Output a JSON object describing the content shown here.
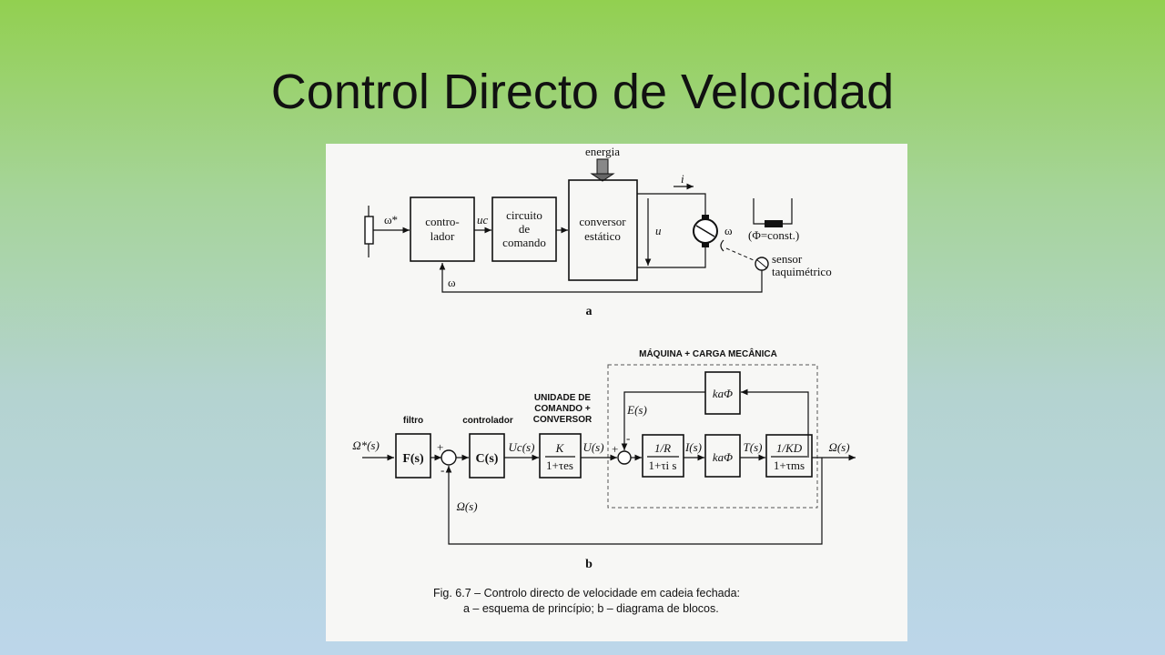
{
  "slide": {
    "title": "Control Directo de Velocidad"
  },
  "diagram_a": {
    "energy": "energia",
    "reference": "ω*",
    "controller": [
      "contro-",
      "lador"
    ],
    "uc": "uc",
    "command_circuit": [
      "circuito",
      "de",
      "comando"
    ],
    "converter": [
      "conversor",
      "estático"
    ],
    "current": "i",
    "voltage": "u",
    "omega": "ω",
    "flux": "(Φ=const.)",
    "sensor": [
      "sensor",
      "taquimétrico"
    ],
    "feedback": "ω",
    "tag": "a"
  },
  "diagram_b": {
    "input": "Ω*(s)",
    "filter_title": "filtro",
    "filter": "F(s)",
    "controller_title": "controlador",
    "controller": "C(s)",
    "uc": "Uc(s)",
    "unit_title": [
      "UNIDADE DE",
      "COMANDO +",
      "CONVERSOR"
    ],
    "unit_num": "K",
    "unit_den": "1+τes",
    "u": "U(s)",
    "machine_title": "MÁQUINA + CARGA MECÂNICA",
    "emf": "E(s)",
    "elec_num": "1/R",
    "elec_den": "1+τi s",
    "current": "I(s)",
    "torque_const": "kaΦ",
    "torque": "T(s)",
    "mech_num": "1/KD",
    "mech_den": "1+τms",
    "output": "Ω(s)",
    "feedback": "Ω(s)",
    "plus": "+",
    "minus": "-",
    "tag": "b"
  },
  "caption": {
    "line1": "Fig. 6.7 – Controlo directo de velocidade em cadeia fechada:",
    "line2": "a – esquema de princípio; b – diagrama de blocos."
  }
}
